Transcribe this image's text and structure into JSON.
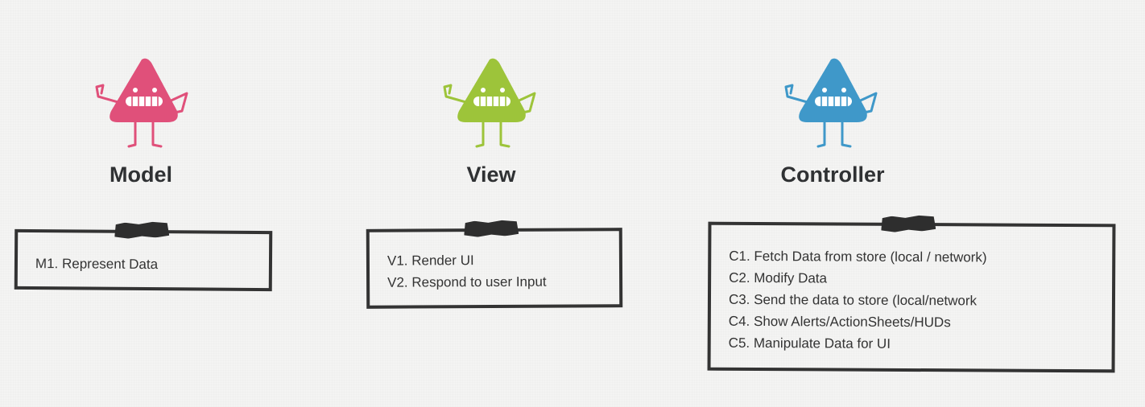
{
  "columns": {
    "model": {
      "title": "Model",
      "color": "#e0507a",
      "items": [
        "M1. Represent Data"
      ]
    },
    "view": {
      "title": "View",
      "color": "#9dc43a",
      "items": [
        "V1. Render UI",
        "V2. Respond to user Input"
      ]
    },
    "controller": {
      "title": "Controller",
      "color": "#3f98c9",
      "items": [
        "C1. Fetch Data from store (local / network)",
        "C2. Modify Data",
        "C3. Send the data to store (local/network",
        "C4. Show Alerts/ActionSheets/HUDs",
        "C5. Manipulate Data for UI"
      ]
    }
  }
}
